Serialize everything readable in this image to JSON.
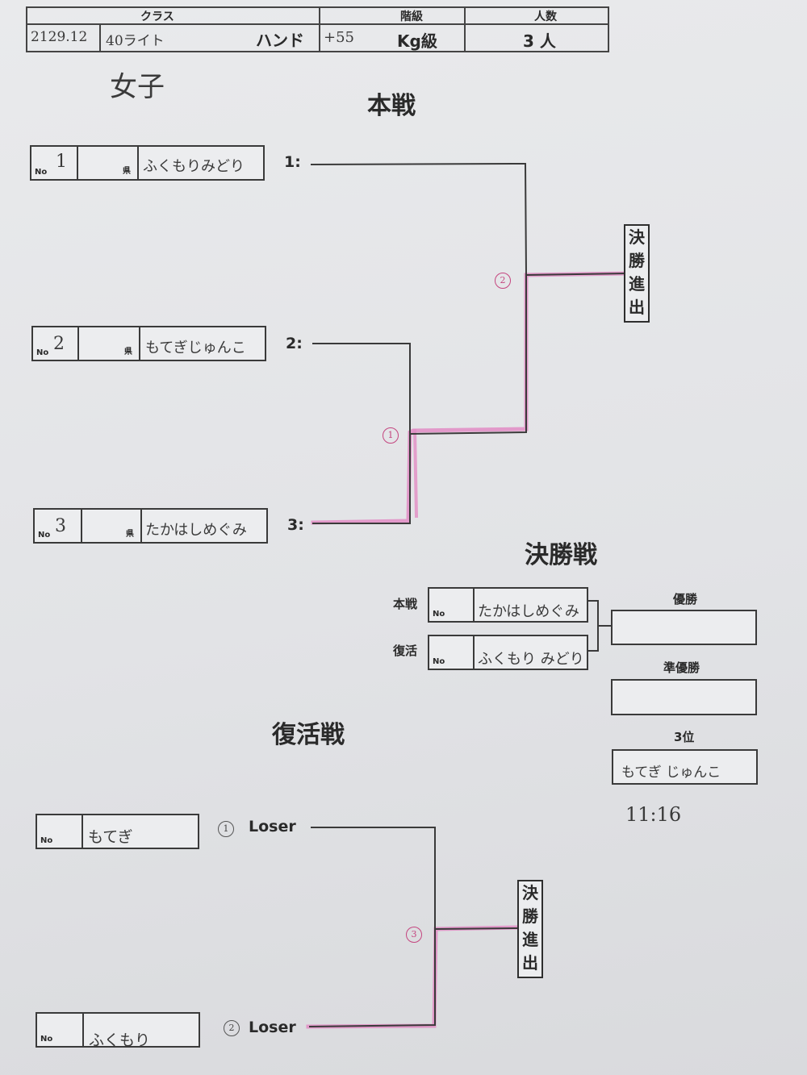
{
  "header": {
    "col_class": "クラス",
    "col_grade": "階級",
    "col_count": "人数",
    "class_hand1": "2129.12",
    "class_hand2": "40ライト",
    "class_printed": "ハンド",
    "grade_hand": "+55",
    "grade_unit": "Kg級",
    "count": "3 人"
  },
  "gender_note": "女子",
  "main": {
    "title": "本戦",
    "entries": [
      {
        "no_label": "No",
        "no_value": "1",
        "pref": "県",
        "name": "ふくもりみどり",
        "slot": "1:"
      },
      {
        "no_label": "No",
        "no_value": "2",
        "pref": "県",
        "name": "もてぎじゅんこ",
        "slot": "2:"
      },
      {
        "no_label": "No",
        "no_value": "3",
        "pref": "県",
        "name": "たかはしめぐみ",
        "slot": "3:"
      }
    ],
    "match1": "1",
    "match2": "2",
    "advance_label": [
      "決",
      "勝",
      "進",
      "出"
    ]
  },
  "final": {
    "title": "決勝戦",
    "rows": [
      {
        "label": "本戦",
        "no_label": "No",
        "name": "たかはしめぐみ"
      },
      {
        "label": "復活",
        "no_label": "No",
        "name": "ふくもり みどり"
      }
    ],
    "winner_label": "優勝",
    "winner_value": "",
    "runner_up_label": "準優勝",
    "runner_up_value": "",
    "third_label": "3位",
    "third_value": "もてぎ じゅんこ",
    "time_note": "11:16"
  },
  "repechage": {
    "title": "復活戦",
    "entries": [
      {
        "no_label": "No",
        "name": "もてぎ",
        "circle": "1",
        "loser_label": "Loser"
      },
      {
        "no_label": "No",
        "name": "ふくもり",
        "circle": "2",
        "loser_label": "Loser"
      }
    ],
    "match3": "3",
    "advance_label": [
      "決",
      "勝",
      "進",
      "出"
    ]
  },
  "colors": {
    "ink": "#2a2a2a",
    "highlighter": "#e28cc4",
    "pen_pink": "#c4457f",
    "paper": "#e6e7ea"
  }
}
